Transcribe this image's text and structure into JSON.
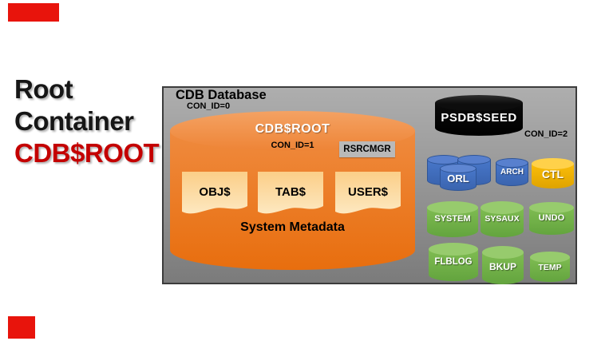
{
  "left_title": {
    "line1": "Root",
    "line2": "Container",
    "line3": "CDB$ROOT"
  },
  "panel": {
    "title": "CDB Database",
    "con_id": "CON_ID=0"
  },
  "root_container": {
    "title": "CDB$ROOT",
    "con_id": "CON_ID=1",
    "badge": "RSRCMGR",
    "tables": [
      "OBJ$",
      "TAB$",
      "USER$"
    ],
    "caption": "System Metadata"
  },
  "seed": {
    "title": "PSDB$SEED",
    "con_id": "CON_ID=2"
  },
  "files": {
    "orl": "ORL",
    "arch": "ARCH",
    "ctl": "CTL"
  },
  "tablespaces": {
    "row1": [
      "SYSTEM",
      "SYSAUX",
      "UNDO"
    ],
    "row2": [
      "FLBLOG",
      "BKUP",
      "TEMP"
    ]
  },
  "colors": {
    "accent_red": "#E8140C",
    "title_red": "#C40000",
    "panel_gray": "#989898",
    "root_orange": "#EA7519",
    "document_tan": "#FBD392",
    "file_blue": "#4472C4",
    "file_yellow": "#FBBD0A",
    "tablespace_green": "#7FBC52",
    "seed_black": "#0A0A0A"
  }
}
